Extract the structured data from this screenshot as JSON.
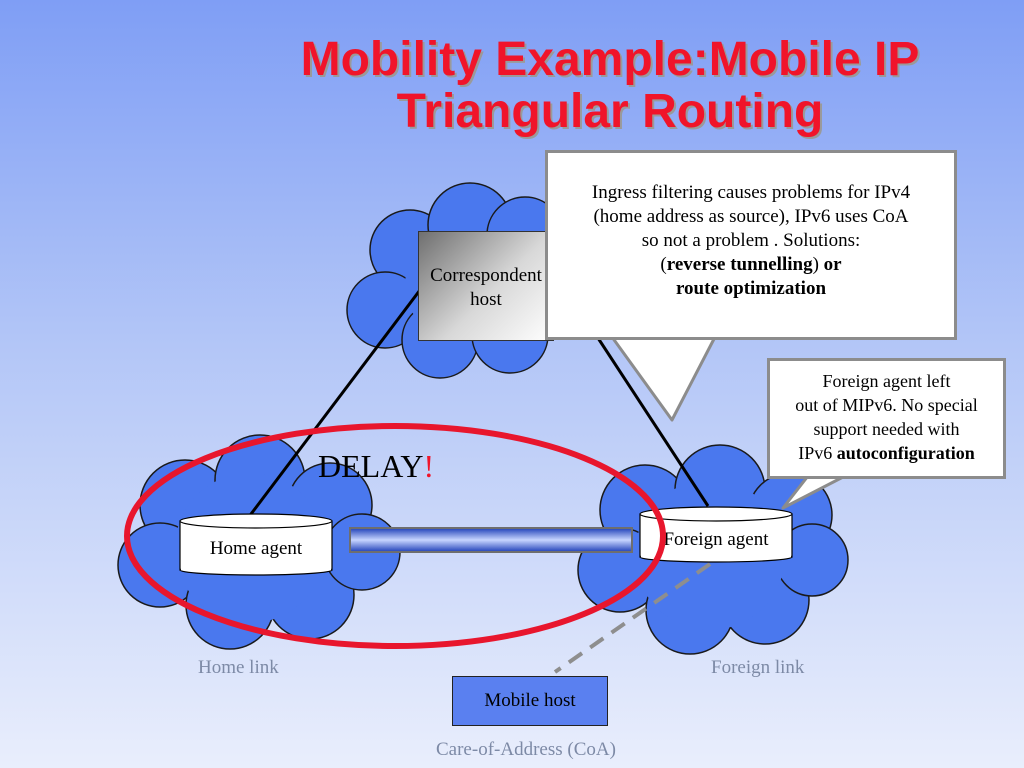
{
  "title": {
    "line1": "Mobility Example:Mobile IP",
    "line2": "Triangular Routing"
  },
  "diagram": {
    "correspondent_host": {
      "line1": "Correspondent",
      "line2": "host"
    },
    "home_agent": "Home agent",
    "foreign_agent": "Foreign agent",
    "mobile_host": "Mobile host",
    "home_link": "Home link",
    "foreign_link": "Foreign link",
    "care_of_address": "Care-of-Address (CoA)",
    "delay": {
      "word": "DELAY",
      "mark": "!"
    }
  },
  "callout_ingress": {
    "line1": "Ingress filtering causes problems for IPv4",
    "line2": "(home address as source), IPv6 uses CoA",
    "line3": "so not a problem . Solutions:",
    "paren_open": "(",
    "reverse_tunnelling": "reverse tunnelling",
    "paren_close": ") ",
    "or": "or",
    "route_optimization": "route optimization"
  },
  "callout_foreign": {
    "line1": "Foreign agent left",
    "line2": "out of MIPv6. No special",
    "line3": "support needed with",
    "ipv6": "IPv6 ",
    "autoconfiguration": "autoconfiguration"
  },
  "colors": {
    "title_red": "#f0142a",
    "cloud_blue": "#4a78ee",
    "ring_red": "#e8162d",
    "tunnel_blue": "#3a5fd9",
    "mobile_box": "#5a80f0"
  }
}
